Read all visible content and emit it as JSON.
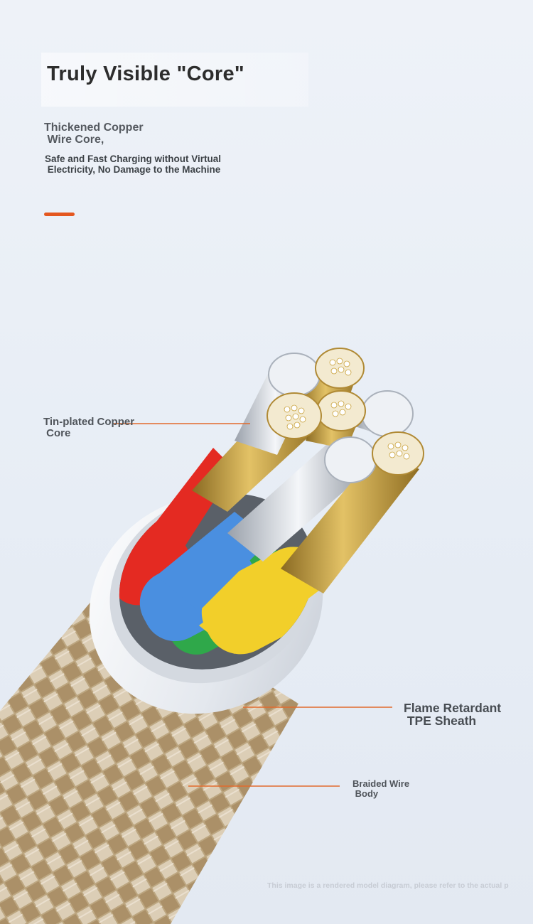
{
  "header": {
    "title": "Truly Visible \"Core\"",
    "subtitle_1": "Thickened Copper\n Wire Core,",
    "subtitle_2": "Safe and Fast Charging without Virtual\n Electricity, No Damage to the Machine"
  },
  "callouts": {
    "core": "Tin-plated Copper\n Core",
    "sheath": "Flame Retardant\n TPE Sheath",
    "braid": "Braided Wire\n Body"
  },
  "disclaimer": "This image is a rendered model diagram, please refer to the actual p",
  "colors": {
    "accent": "#e4571f",
    "callout_line": "#e26a2c",
    "wire_red": "#e42a22",
    "wire_blue": "#4a8fe0",
    "wire_yellow": "#f2cf2a",
    "wire_green": "#2fa84a",
    "copper": "#c9a23c",
    "braid": "#d9c9a8"
  },
  "icons": [
    "cable-illustration"
  ]
}
